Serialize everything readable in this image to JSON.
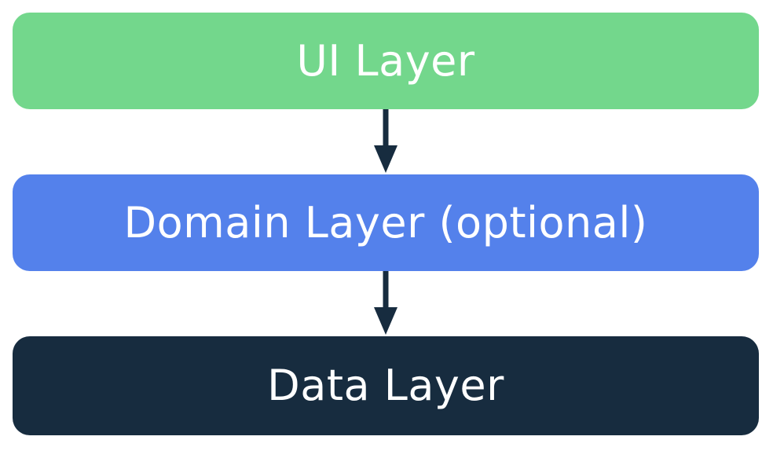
{
  "layers": [
    {
      "label": "UI Layer",
      "color": "#73d78c"
    },
    {
      "label": "Domain Layer (optional)",
      "color": "#5481eb"
    },
    {
      "label": "Data Layer",
      "color": "#172c3f"
    }
  ],
  "arrow_color": "#172c3f"
}
